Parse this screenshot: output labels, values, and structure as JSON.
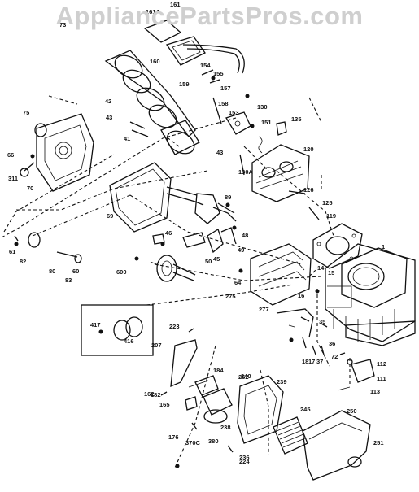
{
  "watermark": "AppliancePartsPros.com",
  "callouts": [
    "1",
    "14",
    "15",
    "16",
    "17",
    "18",
    "35",
    "36",
    "37",
    "41",
    "42",
    "43",
    "43",
    "45",
    "46",
    "48",
    "49",
    "50",
    "60",
    "61",
    "64",
    "66",
    "69",
    "70",
    "72",
    "73",
    "75",
    "80",
    "82",
    "83",
    "89",
    "111",
    "112",
    "113",
    "119",
    "120",
    "125",
    "126",
    "130",
    "130A",
    "135",
    "151",
    "153",
    "154",
    "155",
    "157",
    "158",
    "159",
    "160",
    "161",
    "161A",
    "162",
    "165",
    "176",
    "182",
    "184",
    "207",
    "223",
    "224",
    "236",
    "238",
    "239",
    "240",
    "245",
    "250",
    "251",
    "262",
    "275",
    "277",
    "311",
    "370C",
    "380",
    "416",
    "417",
    "600"
  ]
}
